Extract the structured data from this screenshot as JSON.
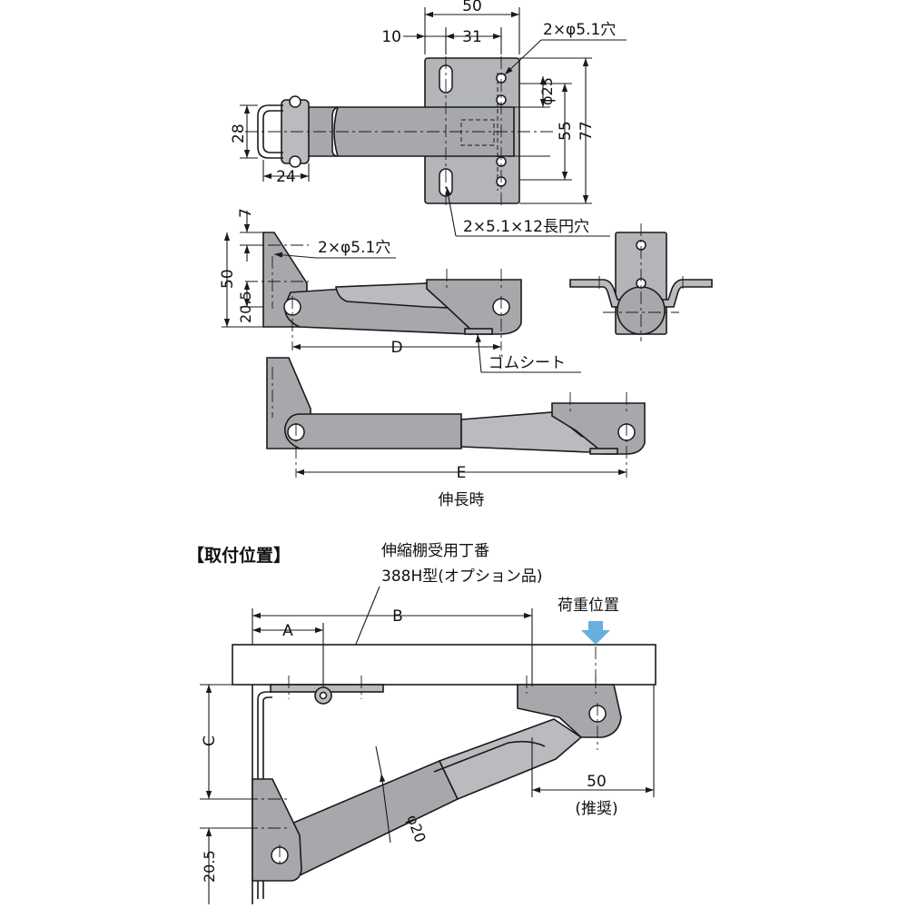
{
  "top_view": {
    "dim_overall_width": "50",
    "dim_edge_offset": "10",
    "dim_hole_pitch": "31",
    "note_holes": "2×φ5.1穴",
    "dim_diameter": "φ25",
    "dim_height_55": "55",
    "dim_height_77": "77",
    "dim_28": "28",
    "dim_24": "24",
    "note_slots": "2×5.1×12長円穴"
  },
  "side_view": {
    "dim_7": "7",
    "dim_50": "50",
    "dim_20_5": "20.5",
    "note_holes": "2×φ5.1穴",
    "dim_D": "D",
    "note_rubber": "ゴムシート"
  },
  "extended_view": {
    "dim_E": "E",
    "caption": "伸長時"
  },
  "mounting": {
    "heading": "【取付位置】",
    "note_hinge_line1": "伸縮棚受用丁番",
    "note_hinge_line2": "388H型(オプション品)",
    "dim_A": "A",
    "dim_B": "B",
    "label_load": "荷重位置",
    "dim_C": "C",
    "dim_50": "50",
    "dim_50_note": "(推奨)",
    "dim_phi20": "φ20",
    "dim_20_5": "20.5"
  },
  "colors": {
    "part_fill": "#a6a8ab",
    "load_arrow": "#6aaee0"
  }
}
